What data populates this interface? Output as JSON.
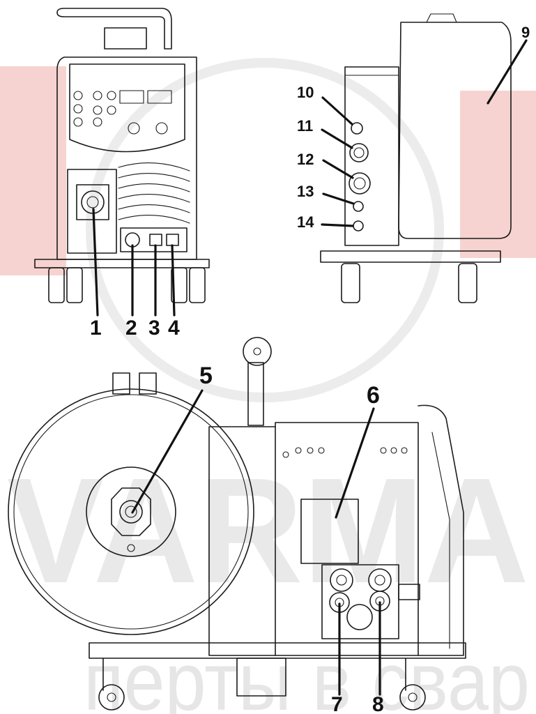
{
  "callouts": [
    {
      "id": "1",
      "label": "1"
    },
    {
      "id": "2",
      "label": "2"
    },
    {
      "id": "3",
      "label": "3"
    },
    {
      "id": "4",
      "label": "4"
    },
    {
      "id": "5",
      "label": "5"
    },
    {
      "id": "6",
      "label": "6"
    },
    {
      "id": "7",
      "label": "7"
    },
    {
      "id": "8",
      "label": "8"
    },
    {
      "id": "9",
      "label": "9"
    },
    {
      "id": "10",
      "label": "10"
    },
    {
      "id": "11",
      "label": "11"
    },
    {
      "id": "12",
      "label": "12"
    },
    {
      "id": "13",
      "label": "13"
    },
    {
      "id": "14",
      "label": "14"
    }
  ],
  "watermark": {
    "brand": "VARMA",
    "tagline": "перты в свар",
    "brand_color": "#e2e2e2",
    "accent_color": "#f3c9c5"
  }
}
